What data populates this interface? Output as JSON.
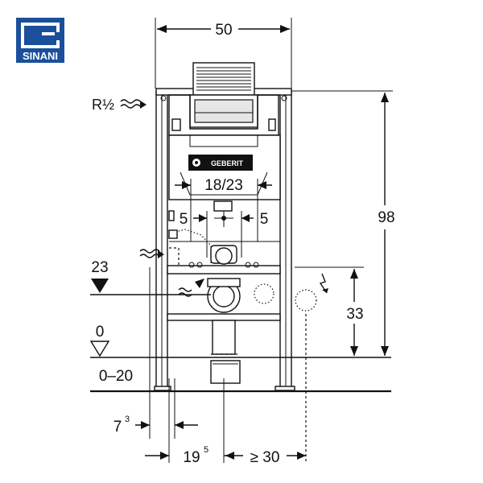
{
  "logo": {
    "text": "SINANI",
    "accent": "#1a4f9c"
  },
  "brand_plate": "GEBERIT",
  "dimensions": {
    "width_top": "50",
    "inlet": "R½",
    "inner_width": "18/23",
    "offset_left": "5",
    "offset_right": "5",
    "height_total": "98",
    "level_23": "23",
    "level_0": "0",
    "range_0_20": "0–20",
    "height_33": "33",
    "bottom_a_main": "7",
    "bottom_a_sup": "3",
    "bottom_b_main": "19",
    "bottom_b_sup": "5",
    "bottom_c": "≥ 30"
  },
  "colors": {
    "line": "#111111",
    "fill_gray": "#e6e6e6",
    "logo_blue": "#1a4f9c"
  }
}
